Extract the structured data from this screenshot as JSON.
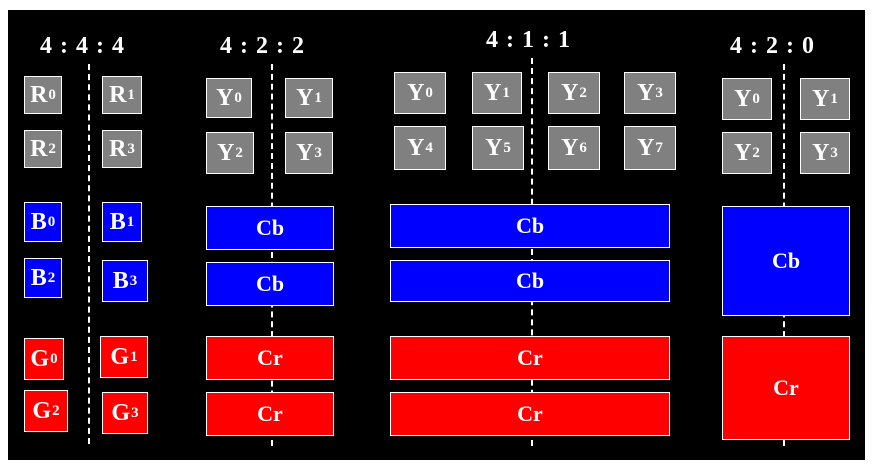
{
  "colors": {
    "background": "#000000",
    "luma": "#808080",
    "cb": "#0000ff",
    "cr": "#ff0000",
    "text": "#ffffff"
  },
  "groups": [
    {
      "title": "4 : 4 : 4",
      "rows": [
        [
          "R0",
          "R1"
        ],
        [
          "R2",
          "R3"
        ],
        [
          "B0",
          "B1"
        ],
        [
          "B2",
          "B3"
        ],
        [
          "G0",
          "G1"
        ],
        [
          "G2",
          "G3"
        ]
      ]
    },
    {
      "title": "4 : 2 : 2",
      "luma": [
        "Y0",
        "Y1",
        "Y2",
        "Y3"
      ],
      "chroma": [
        "Cb",
        "Cb",
        "Cr",
        "Cr"
      ]
    },
    {
      "title": "4 : 1 : 1",
      "luma": [
        "Y0",
        "Y1",
        "Y2",
        "Y3",
        "Y4",
        "Y5",
        "Y6",
        "Y7"
      ],
      "chroma": [
        "Cb",
        "Cb",
        "Cr",
        "Cr"
      ]
    },
    {
      "title": "4 : 2 : 0",
      "luma": [
        "Y0",
        "Y1",
        "Y2",
        "Y3"
      ],
      "chroma": [
        "Cb",
        "Cr"
      ]
    }
  ]
}
